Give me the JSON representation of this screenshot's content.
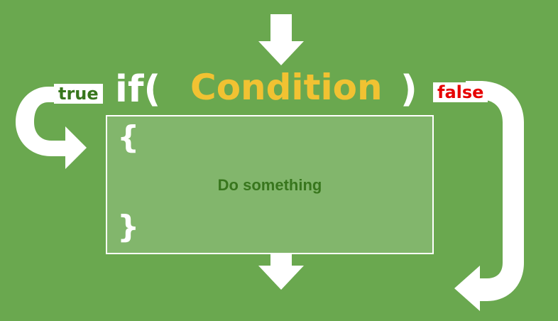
{
  "keywords": {
    "if_open": "if(",
    "close_paren": ")"
  },
  "condition": "Condition",
  "branches": {
    "true_label": "true",
    "false_label": "false"
  },
  "body": {
    "open_brace": "{",
    "close_brace": "}",
    "text": "Do something"
  },
  "colors": {
    "background": "#6aa84f",
    "box_fill": "#82b66c",
    "condition": "#f1c232",
    "true_text": "#38761d",
    "false_text": "#e60000",
    "body_text": "#38761d",
    "arrows": "#ffffff"
  }
}
